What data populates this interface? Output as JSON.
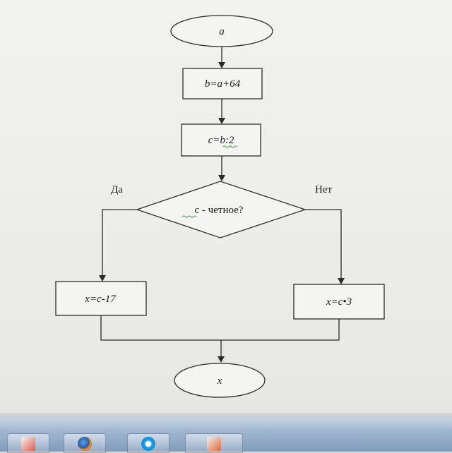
{
  "flowchart": {
    "start": "a",
    "step1": "b=a+64",
    "step2": "c=b:2",
    "decision": "c - четное?",
    "yes_label": "Да",
    "no_label": "Нет",
    "yes_action": "x=c-17",
    "no_action": "x=c•3",
    "end": "x"
  },
  "colors": {
    "line": "#2b2b2b",
    "shape_fill": "#f4f4f2",
    "page": "#ececea",
    "taskbar": "#9fb6cf"
  },
  "taskbar": {
    "icons": [
      "app-window-icon",
      "firefox-icon",
      "skype-icon",
      "window-icon"
    ]
  }
}
